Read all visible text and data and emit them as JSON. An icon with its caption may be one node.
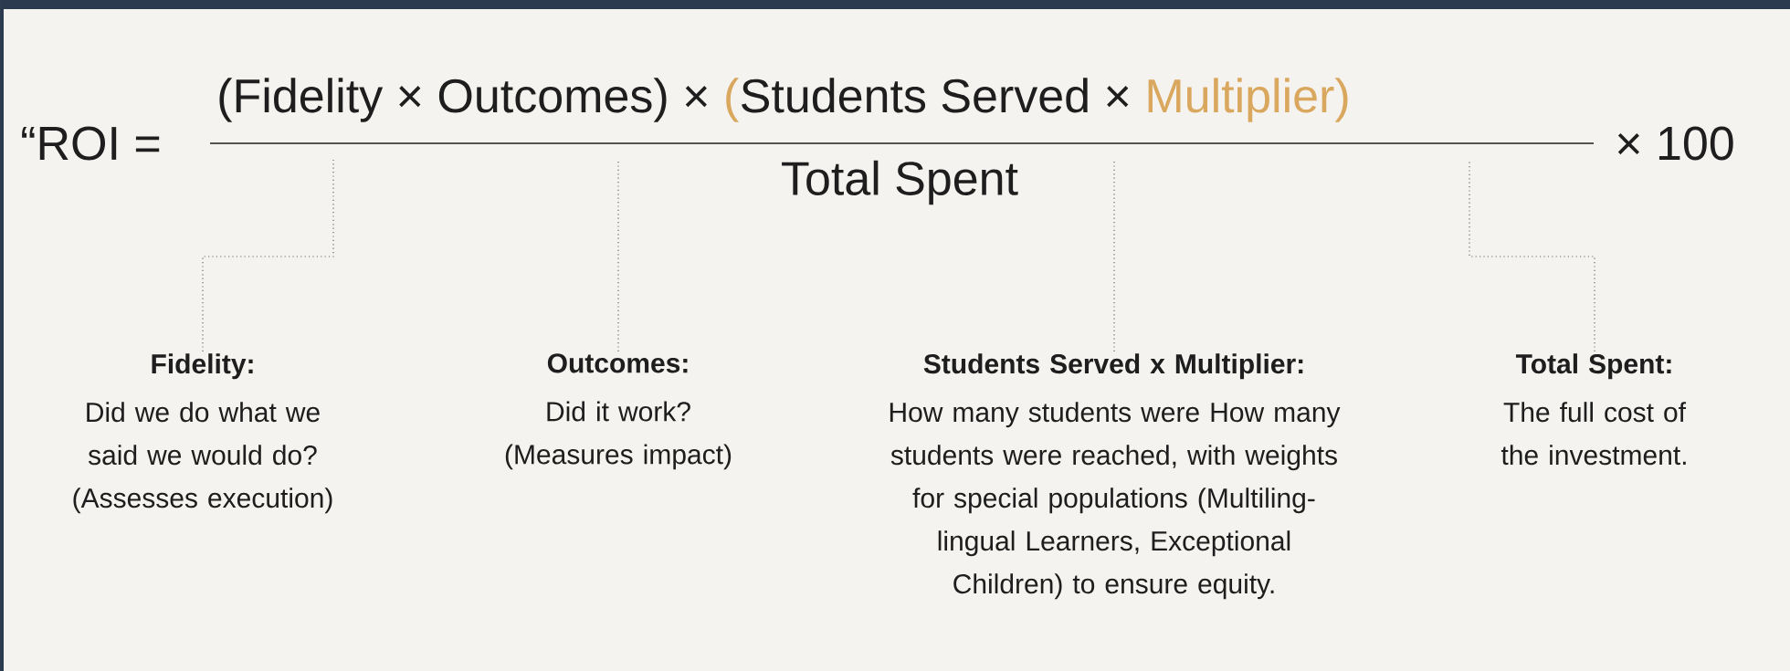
{
  "diagram": {
    "nodes": [
      {
        "text": [
          "Fidelity:",
          "Did we do what we said we would do? (Assesses execution)"
        ]
      },
      {
        "text": [
          "Outcomes:",
          "Did it work? (Measures impact)"
        ]
      },
      {
        "text": [
          "Students Served x Multiplier:",
          "How many students were How many students were reached, with weights for special populations (Multiling- lingual Learners, Exceptional Children) to ensure equity."
        ]
      },
      {
        "text": [
          "Total Spent:",
          "The full cost of the investment."
        ]
      }
    ],
    "edges": [
      {
        "from": 0,
        "to": null,
        "arrow": "none"
      },
      {
        "from": 1,
        "to": null,
        "arrow": "none"
      },
      {
        "from": 2,
        "to": null,
        "arrow": "none"
      },
      {
        "from": 3,
        "to": null,
        "arrow": "none"
      }
    ],
    "labels": [
      "“ROI =",
      "(Fidelity × Outcomes) ×",
      "(",
      "Students Served ×",
      "Multiplier)",
      "Total Spent",
      "× 100"
    ]
  }
}
